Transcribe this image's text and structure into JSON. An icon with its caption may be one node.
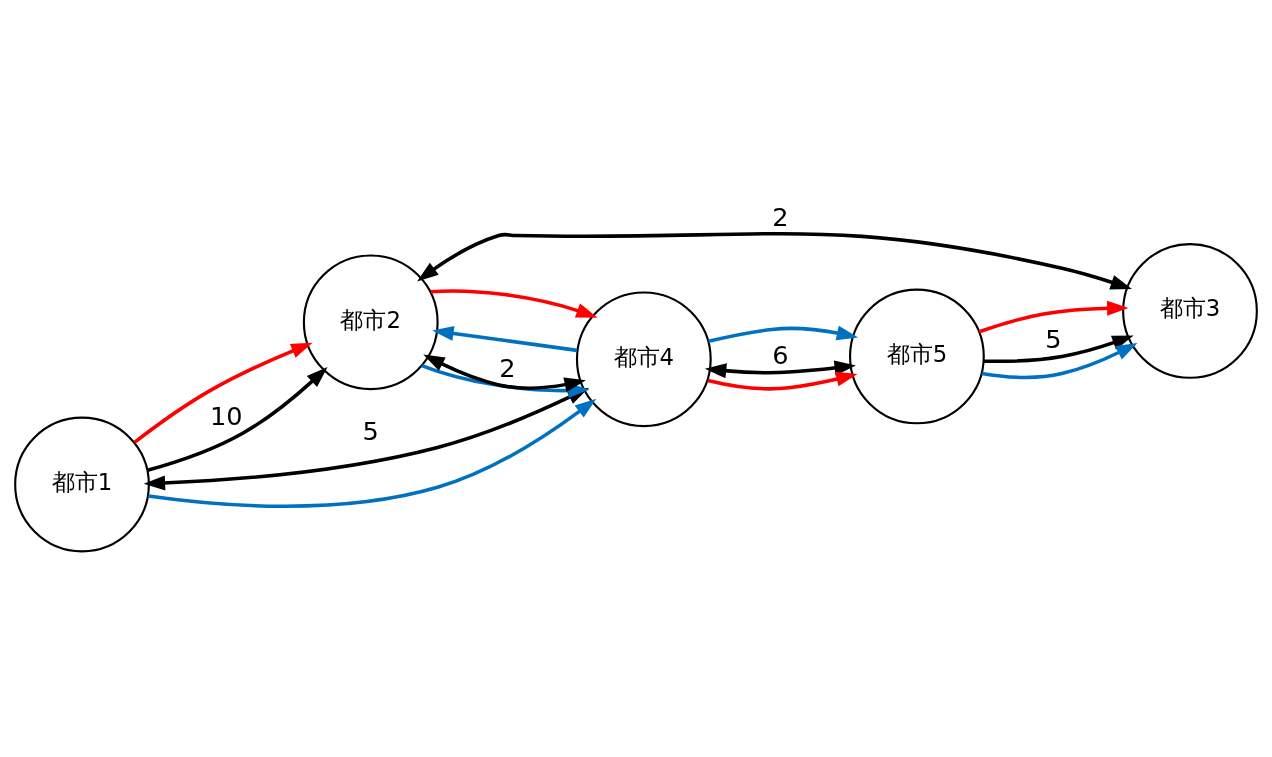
{
  "diagram": {
    "nodes": [
      {
        "text": [
          "都市1"
        ]
      },
      {
        "text": [
          "都市2"
        ]
      },
      {
        "text": [
          "都市3"
        ]
      },
      {
        "text": [
          "都市4"
        ]
      },
      {
        "text": [
          "都市5"
        ]
      }
    ],
    "edges": [
      {
        "from": 0,
        "to": 3,
        "arrow": "both",
        "label": "5"
      },
      {
        "from": 0,
        "to": 3,
        "arrow": "to",
        "color": "#0070c0"
      },
      {
        "from": 0,
        "to": 1,
        "arrow": "to",
        "color": "#ff0000"
      },
      {
        "from": 0,
        "to": 1,
        "arrow": "to",
        "label": "10"
      },
      {
        "from": 3,
        "to": 1,
        "arrow": "to",
        "color": "#0070c0"
      },
      {
        "from": 1,
        "to": 3,
        "arrow": "to",
        "color": "#0070c0"
      },
      {
        "from": 3,
        "to": 1,
        "arrow": "both",
        "label": "2"
      },
      {
        "from": 1,
        "to": 3,
        "arrow": "to",
        "color": "#ff0000"
      },
      {
        "from": 3,
        "to": 4,
        "arrow": "to",
        "color": "#0070c0"
      },
      {
        "from": 3,
        "to": 4,
        "arrow": "both",
        "label": "6"
      },
      {
        "from": 3,
        "to": 4,
        "arrow": "to",
        "color": "#ff0000"
      },
      {
        "from": 4,
        "to": 2,
        "arrow": "to",
        "color": "#ff0000"
      },
      {
        "from": 4,
        "to": 2,
        "arrow": "to",
        "label": "5"
      },
      {
        "from": 4,
        "to": 2,
        "arrow": "to",
        "color": "#0070c0"
      },
      {
        "from": 1,
        "to": 2,
        "arrow": "both",
        "label": "2"
      }
    ]
  }
}
